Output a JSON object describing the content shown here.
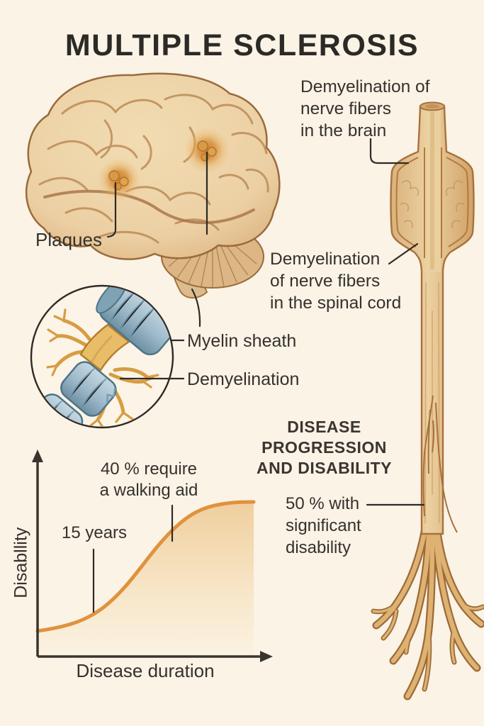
{
  "title": "MULTIPLE SCLEROSIS",
  "labels": {
    "plaques": "Plaques",
    "brain_demyelination": "Demyelination of\nnerve fibers\nin the brain",
    "cord_demyelination": "Demyelination\nof nerve fibers\nin the spinal cord",
    "myelin_sheath": "Myelin sheath",
    "demyelination": "Demyelination"
  },
  "progression": {
    "heading": "DISEASE\nPROGRESSION\nAND DISABILITY",
    "stat_disability": "50 % with\nsignificant\ndisability"
  },
  "chart": {
    "annotation_walking_aid": "40 % require\na walking aid",
    "annotation_years": "15 years",
    "xlabel": "Disease duration",
    "ylabel": "Disabllity"
  },
  "chart_data": {
    "type": "area",
    "title": "Disease progression and disability",
    "xlabel": "Disease duration",
    "ylabel": "Disabllity",
    "x_axis_ticks": [],
    "y_axis_ticks": [],
    "grid": false,
    "axis_arrows": true,
    "curve_shape": "sigmoid",
    "series": [
      {
        "name": "Disability",
        "x": [
          0,
          5,
          10,
          15,
          20,
          25,
          30,
          35,
          40
        ],
        "y": [
          8,
          10,
          14,
          22,
          35,
          52,
          68,
          80,
          86
        ]
      }
    ],
    "annotations": [
      {
        "label": "15 years",
        "x": 15,
        "points_to": "curve early rise"
      },
      {
        "label": "40 % require a walking aid",
        "x": 28,
        "points_to": "curve steep section"
      },
      {
        "label": "50 % with significant disability",
        "points_to": "spinal cord illustration"
      }
    ],
    "curve_color": "#e0923c",
    "fill_gradient": [
      "#efcd9a",
      "#fbf2e2"
    ]
  },
  "colors": {
    "background": "#faf3e6",
    "text": "#35312c",
    "accent_orange": "#e0923c",
    "brain_tan": "#ecd0a4",
    "plaque_orange": "#cf8135",
    "myelin_blue": "#9db9c9",
    "axon_yellow": "#e9bd67",
    "outline_brown": "#9f6b3a"
  }
}
